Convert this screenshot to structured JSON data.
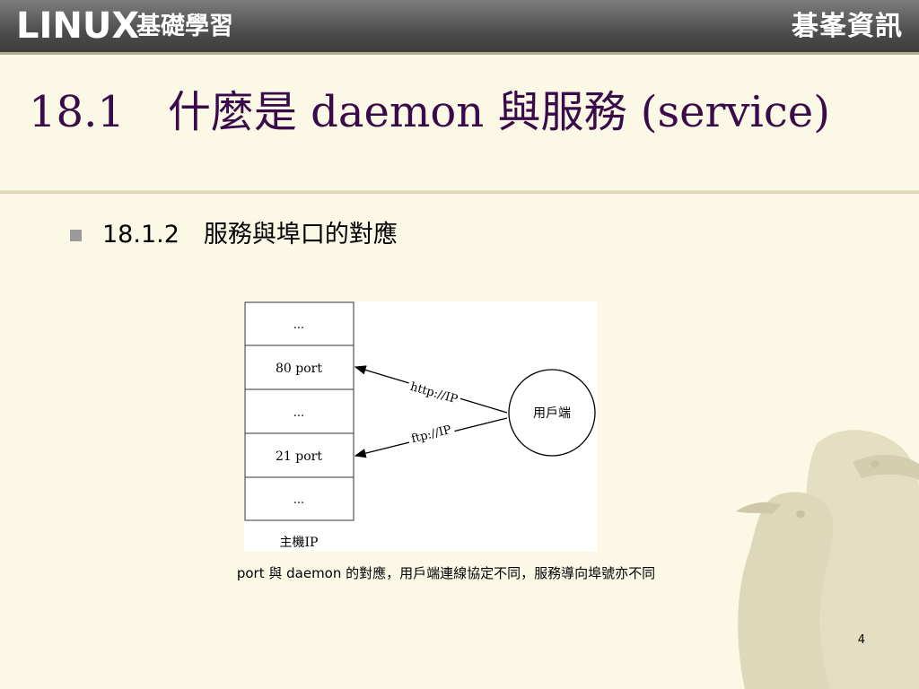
{
  "header": {
    "logo_main": "LINUX",
    "logo_sub": "基礎學習",
    "publisher": "碁峯資訊"
  },
  "slide": {
    "title": "18.1　什麼是 daemon 與服務 (service)",
    "bullet": "18.1.2　服務與埠口的對應",
    "caption": "port 與 daemon 的對應，用戶端連線協定不同，服務導向埠號亦不同",
    "page_number": "4"
  },
  "diagram": {
    "ports": [
      "...",
      "80 port",
      "...",
      "21 port",
      "..."
    ],
    "host_label": "主機IP",
    "client_label": "用戶端",
    "arrows": [
      "http://IP",
      "ftp://IP"
    ]
  },
  "colors": {
    "background": "#fbf8e6",
    "title": "#3a0a4a",
    "header_bar": "#4e4e4e"
  }
}
